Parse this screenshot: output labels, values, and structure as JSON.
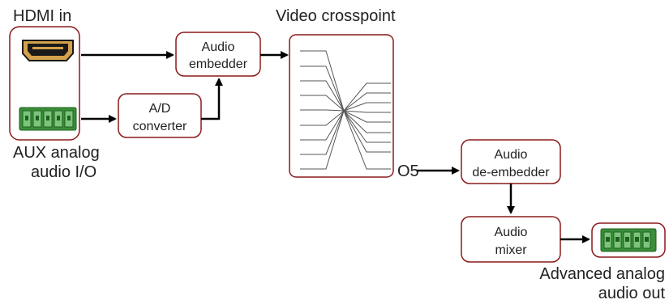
{
  "labels": {
    "hdmi_in": "HDMI in",
    "aux_line1": "AUX analog",
    "aux_line2": "audio I/O",
    "video_crosspoint": "Video crosspoint",
    "o5": "O5",
    "adv_line1": "Advanced analog",
    "adv_line2": "audio out"
  },
  "blocks": {
    "audio_embedder": [
      "Audio",
      "embedder"
    ],
    "ad_converter": [
      "A/D",
      "converter"
    ],
    "audio_deembedder": [
      "Audio",
      "de-embedder"
    ],
    "audio_mixer": [
      "Audio",
      "mixer"
    ]
  },
  "colors": {
    "box_stroke": "#8b1a1a",
    "arrow": "#000000",
    "hdmi_gold": "#d4a24a",
    "hdmi_dark": "#1a1a1a",
    "terminal_green": "#3a8f3a",
    "terminal_light": "#7cc47c",
    "crosspoint_lines": "#555555"
  },
  "icons": {
    "hdmi": "hdmi-connector-icon",
    "terminal": "terminal-block-icon"
  }
}
